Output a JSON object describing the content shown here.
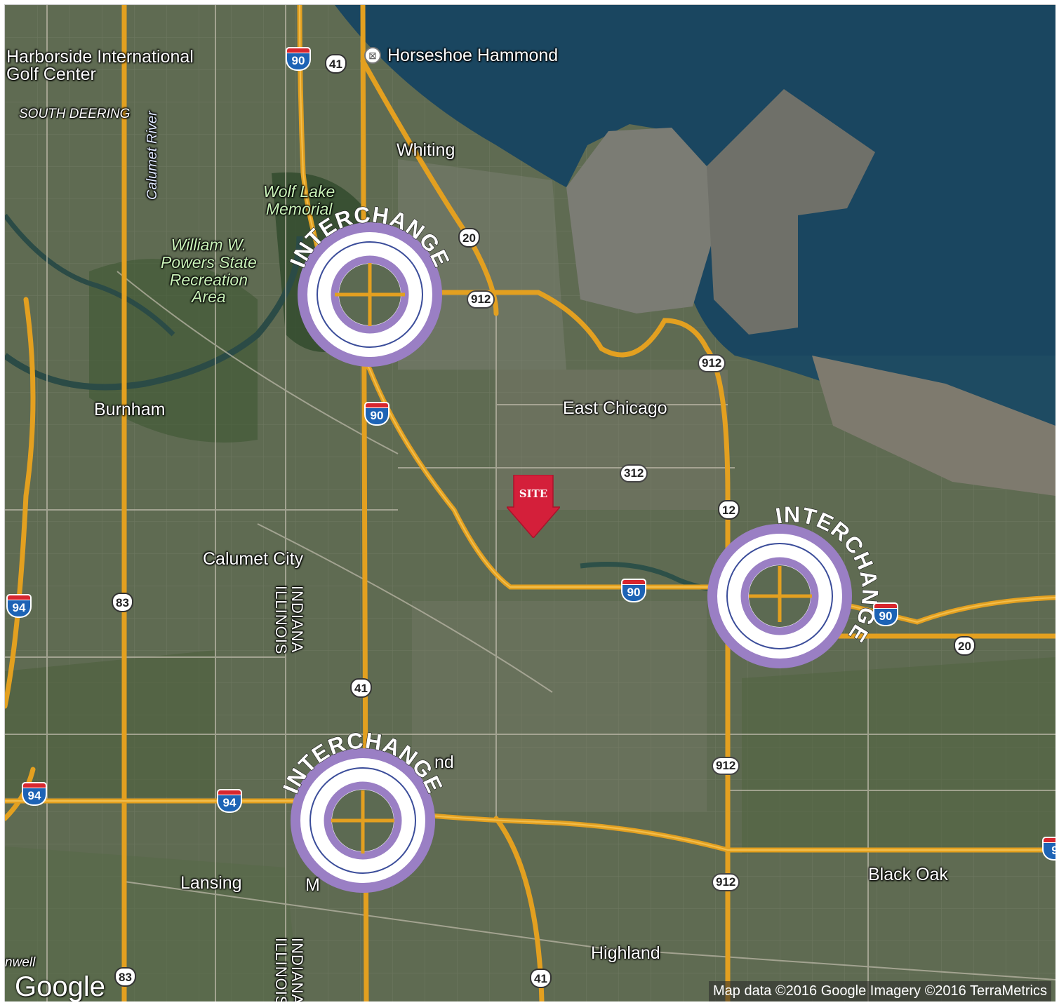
{
  "map": {
    "places": {
      "harborside": "Harborside International\nGolf Center",
      "south_deering": "SOUTH DEERING",
      "calumet_river": "Calumet River",
      "horseshoe": "Horseshoe Hammond",
      "whiting": "Whiting",
      "wolf_lake": "Wolf Lake\nMemorial",
      "powers_park": "William W.\nPowers State\nRecreation\nArea",
      "burnham": "Burnham",
      "east_chicago": "East Chicago",
      "calumet_city": "Calumet City",
      "indiana_illinois_1": "INDIANA\nILLINOIS",
      "indiana_illinois_2": "INDIANA\nILLINOIS",
      "hammond_fragment": "nd",
      "lansing": "Lansing",
      "munster_fragment": "M",
      "black_oak": "Black Oak",
      "highland": "Highland",
      "thornwell_fragment": "nwell"
    },
    "shields": {
      "i90_a": "90",
      "us41_a": "41",
      "us20_a": "20",
      "st912_a": "912",
      "i90_b": "90",
      "st912_b": "912",
      "st312": "312",
      "st12": "12",
      "i90_c": "90",
      "i90_d": "90",
      "us20_b": "20",
      "i94_a": "94",
      "us83_a": "83",
      "us41_b": "41",
      "st912_c": "912",
      "i94_b": "94",
      "i94_c": "94",
      "st912_d": "912",
      "us83_b": "83",
      "us41_c": "41",
      "i9_edge": "9"
    },
    "poi_icon": "casino-icon",
    "site_marker": "SITE",
    "interchange_label": "INTERCHANGE",
    "google_logo": "Google",
    "attribution": "Map data ©2016 Google  Imagery ©2016 TerraMetrics",
    "colors": {
      "lake": "#1f4f66",
      "land": "#5d6a50",
      "highway": "#e9a31e",
      "ring_outer": "#9a7fc4",
      "ring_inner_line": "#3b4d9a",
      "site_red": "#d41f3a"
    }
  }
}
